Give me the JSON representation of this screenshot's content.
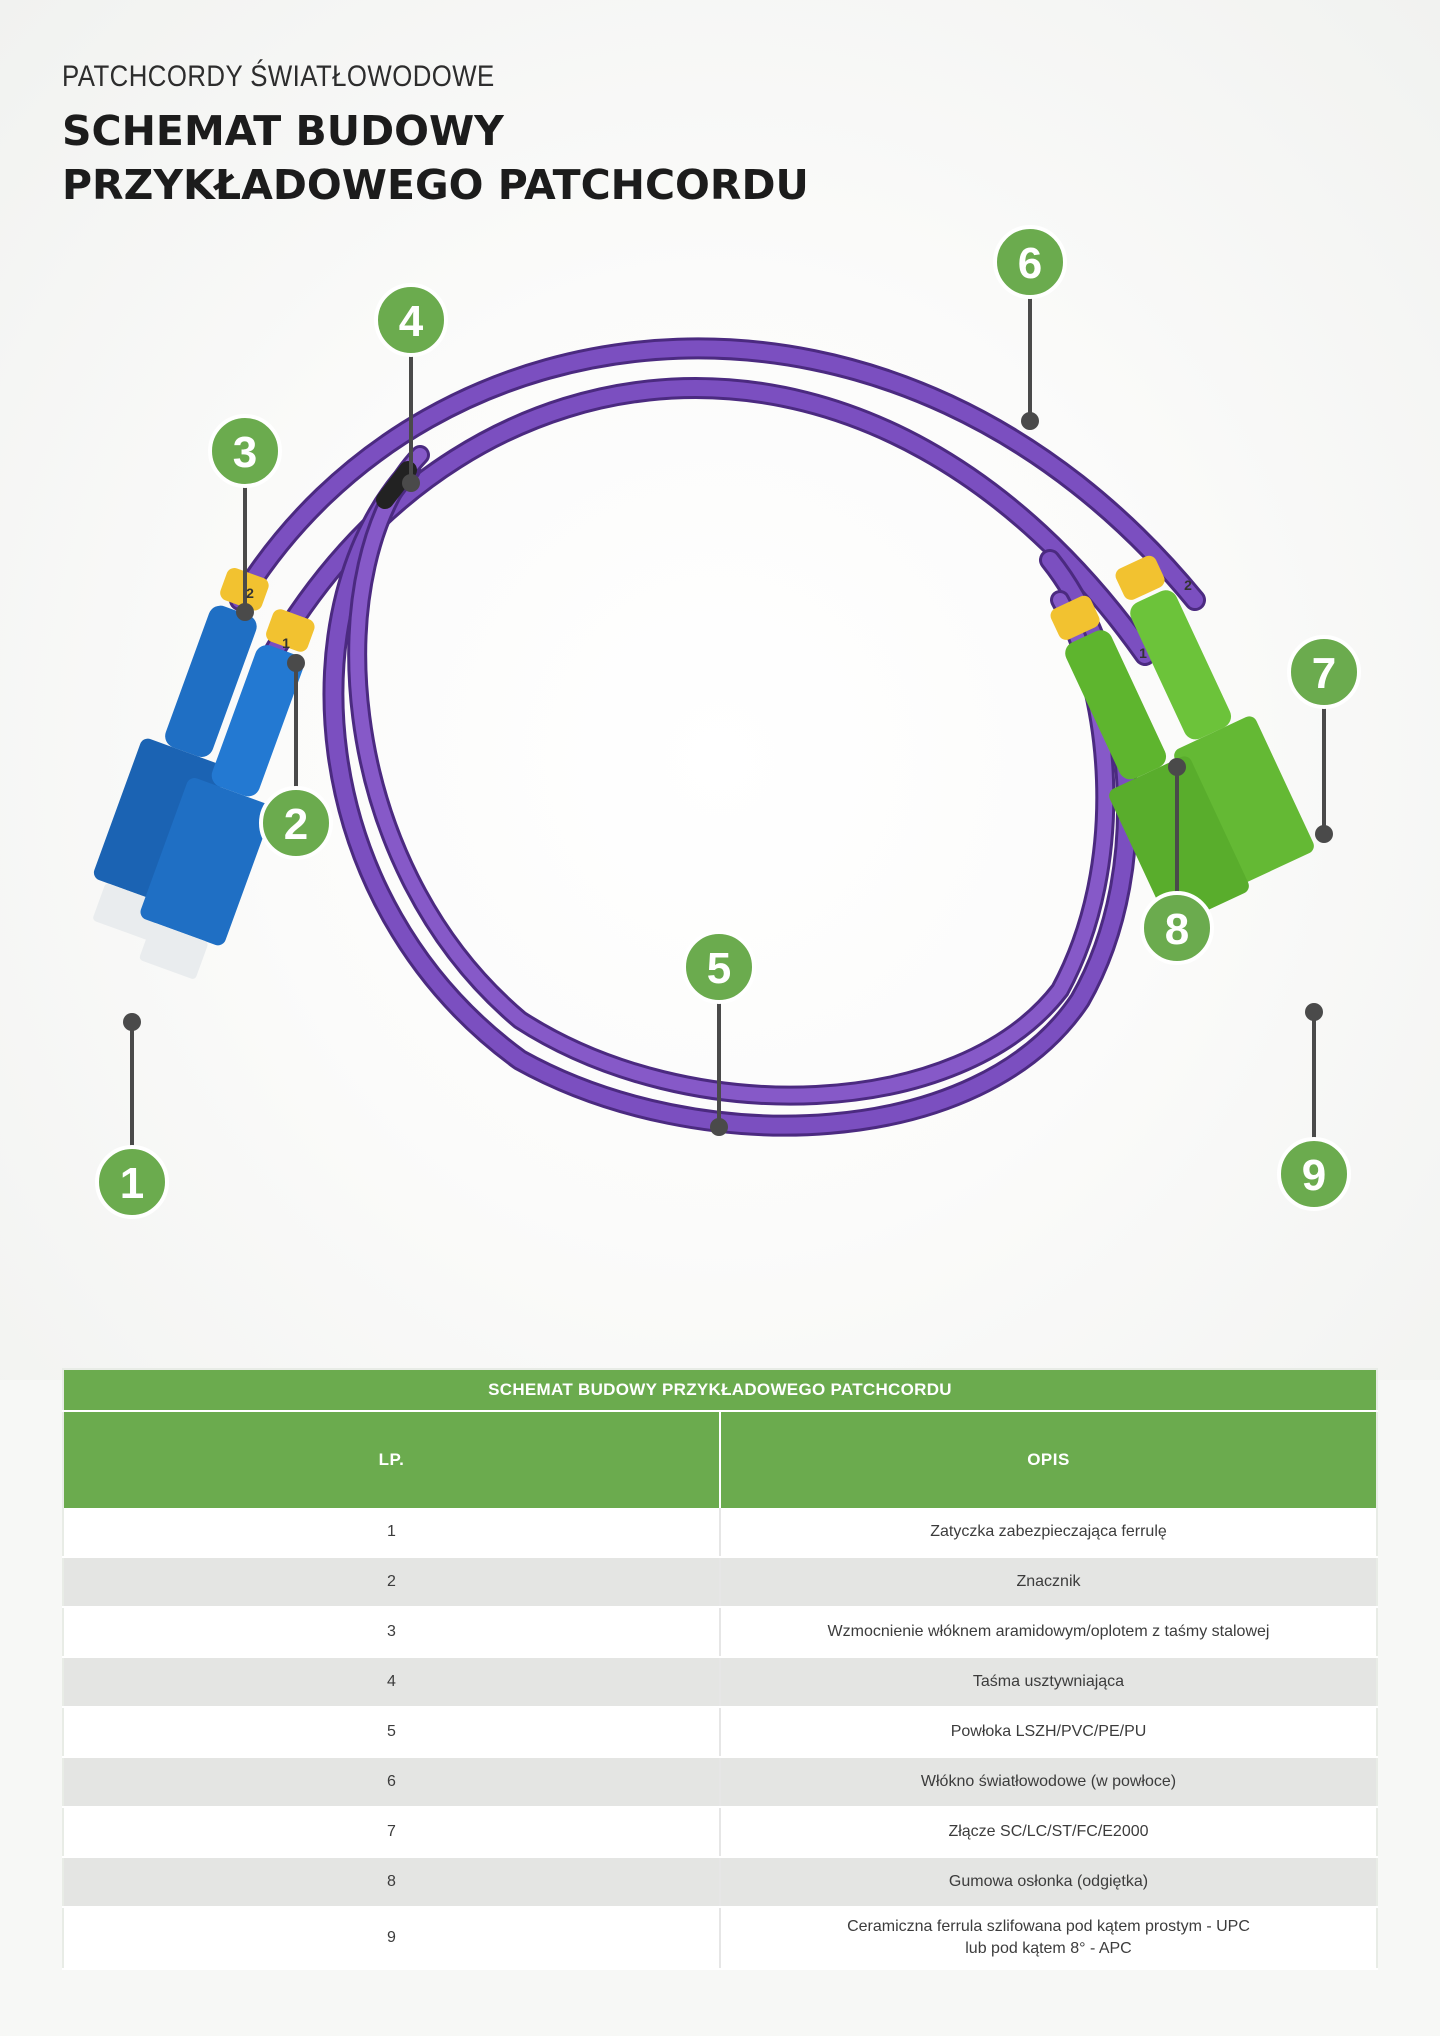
{
  "header": {
    "kicker": "PATCHCORDY ŚWIATŁOWODOWE",
    "title_line1": "SCHEMAT BUDOWY",
    "title_line2": "PRZYKŁADOWEGO PATCHCORDU"
  },
  "diagram": {
    "markers": [
      "1",
      "2",
      "3",
      "4",
      "5",
      "6",
      "7",
      "8",
      "9"
    ],
    "cable_color": "#6a3ea6",
    "left_connector_color": "#1f6fc4",
    "right_connector_color": "#6cc33a",
    "marker_color": "#6bab4e",
    "ring_labels": [
      "2",
      "1",
      "1",
      "2"
    ]
  },
  "table": {
    "caption": "SCHEMAT BUDOWY PRZYKŁADOWEGO PATCHCORDU",
    "col_lp": "LP.",
    "col_opis": "OPIS",
    "rows": [
      {
        "lp": "1",
        "opis": "Zatyczka zabezpieczająca ferrulę"
      },
      {
        "lp": "2",
        "opis": "Znacznik"
      },
      {
        "lp": "3",
        "opis": "Wzmocnienie włóknem aramidowym/oplotem z taśmy stalowej"
      },
      {
        "lp": "4",
        "opis": "Taśma usztywniająca"
      },
      {
        "lp": "5",
        "opis": "Powłoka LSZH/PVC/PE/PU"
      },
      {
        "lp": "6",
        "opis": "Włókno światłowodowe (w powłoce)"
      },
      {
        "lp": "7",
        "opis": "Złącze SC/LC/ST/FC/E2000"
      },
      {
        "lp": "8",
        "opis": "Gumowa osłonka (odgiętka)"
      },
      {
        "lp": "9",
        "opis": "Ceramiczna ferrula szlifowana pod kątem prostym - UPC",
        "opis2": "lub pod kątem 8° - APC"
      }
    ]
  }
}
